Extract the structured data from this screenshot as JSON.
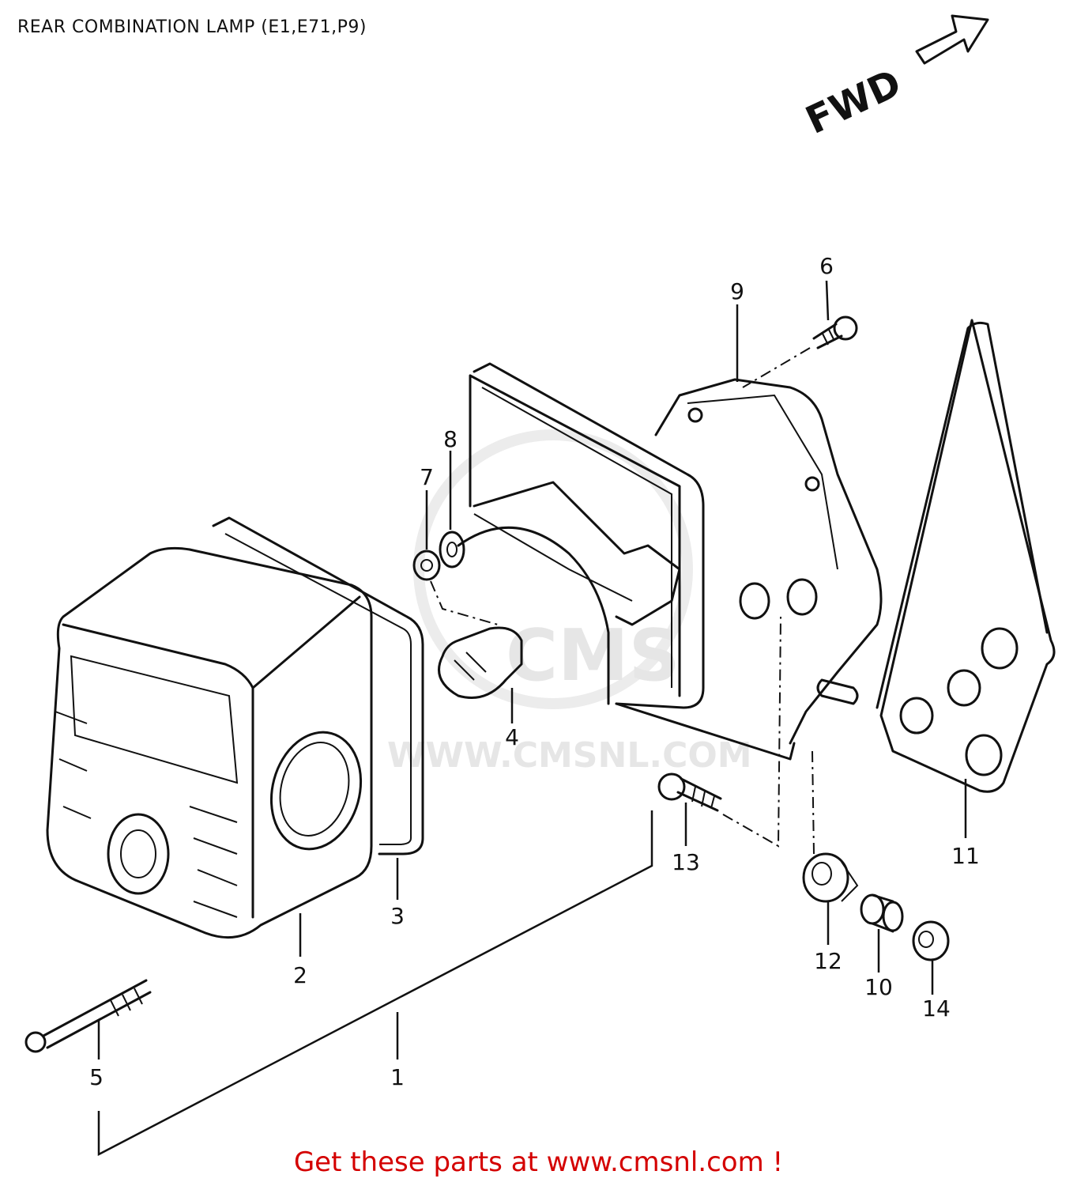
{
  "title": "REAR COMBINATION LAMP (E1,E71,P9)",
  "direction_label": "FWD",
  "watermark": {
    "brand": "CMS",
    "url": "WWW.CMSNL.COM"
  },
  "footer": "Get these parts at www.cmsnl.com !",
  "callouts": {
    "c1": "1",
    "c2": "2",
    "c3": "3",
    "c4": "4",
    "c5": "5",
    "c6": "6",
    "c7": "7",
    "c8": "8",
    "c9": "9",
    "c10": "10",
    "c11": "11",
    "c12": "12",
    "c13": "13",
    "c14": "14"
  }
}
